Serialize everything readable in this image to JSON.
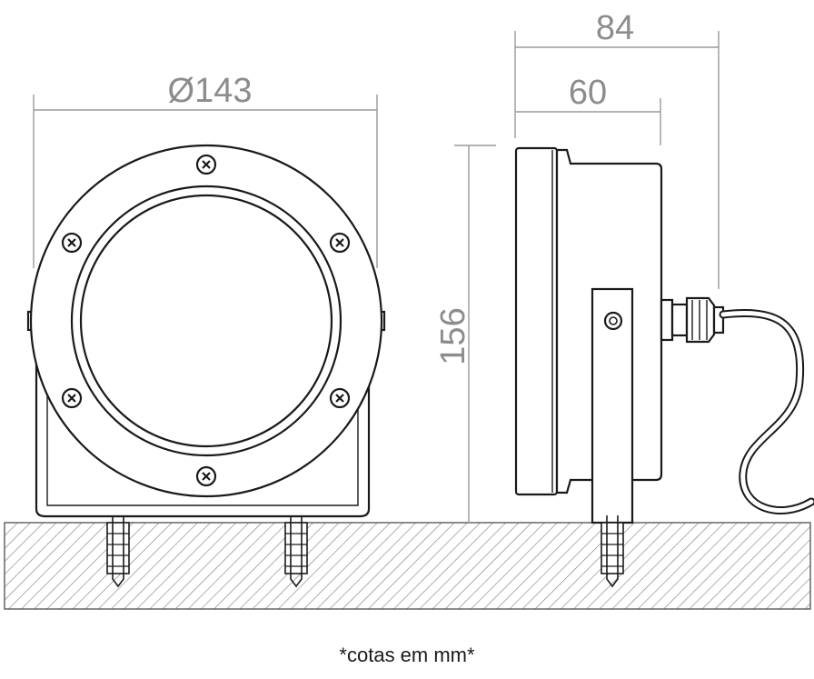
{
  "dimensions": {
    "diameter": "Ø143",
    "depth_total": "84",
    "depth_body": "60",
    "height": "156"
  },
  "note": "*cotas em mm*",
  "colors": {
    "line": "#1a1a1a",
    "dimension": "#9a9a9a",
    "hatch": "#7a7a7a",
    "background": "#ffffff"
  },
  "icons": [
    "screw-icon",
    "anchor-icon",
    "cable-gland-icon"
  ]
}
